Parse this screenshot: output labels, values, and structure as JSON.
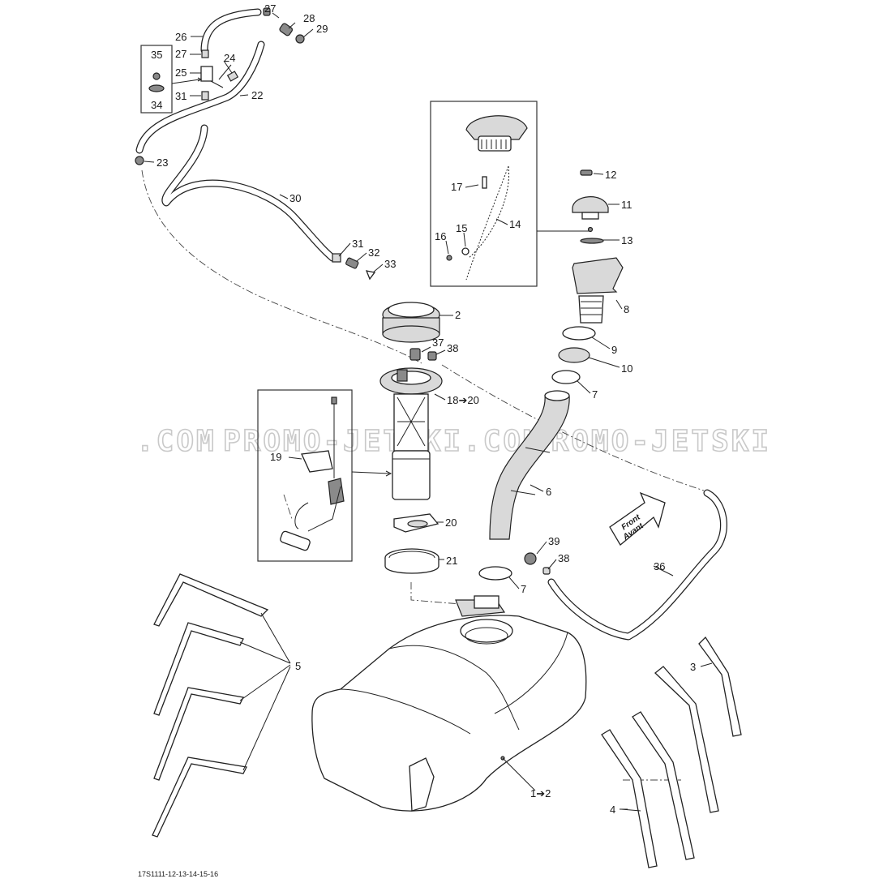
{
  "diagram": {
    "drawing_code": "17S1111-12-13-14-15-16",
    "watermark_left": ".COM",
    "watermark_mid": "PROMO-JETSKI.COM",
    "watermark_right": "PROMO-JETSKI",
    "arrow_text_en": "Front",
    "arrow_text_fr": "Avant",
    "callouts": {
      "c26": "26",
      "c27a": "27",
      "c28": "28",
      "c29": "29",
      "c35": "35",
      "c34": "34",
      "c27b": "27",
      "c24": "24",
      "c25": "25",
      "c31a": "31",
      "c22": "22",
      "c23": "23",
      "c30": "30",
      "c31b": "31",
      "c32": "32",
      "c33": "33",
      "c12": "12",
      "c17": "17",
      "c11": "11",
      "c14": "14",
      "c15": "15",
      "c13": "13",
      "c16": "16",
      "c8": "8",
      "c2": "2",
      "c9": "9",
      "c37": "37",
      "c38a": "38",
      "c10": "10",
      "c7a": "7",
      "c18": "18➔20",
      "c19": "19",
      "c6": "6",
      "c20": "20",
      "c39": "39",
      "c38b": "38",
      "c36": "36",
      "c21": "21",
      "c7b": "7",
      "c3": "3",
      "c5": "5",
      "c1": "1➔2",
      "c4": "4"
    }
  }
}
